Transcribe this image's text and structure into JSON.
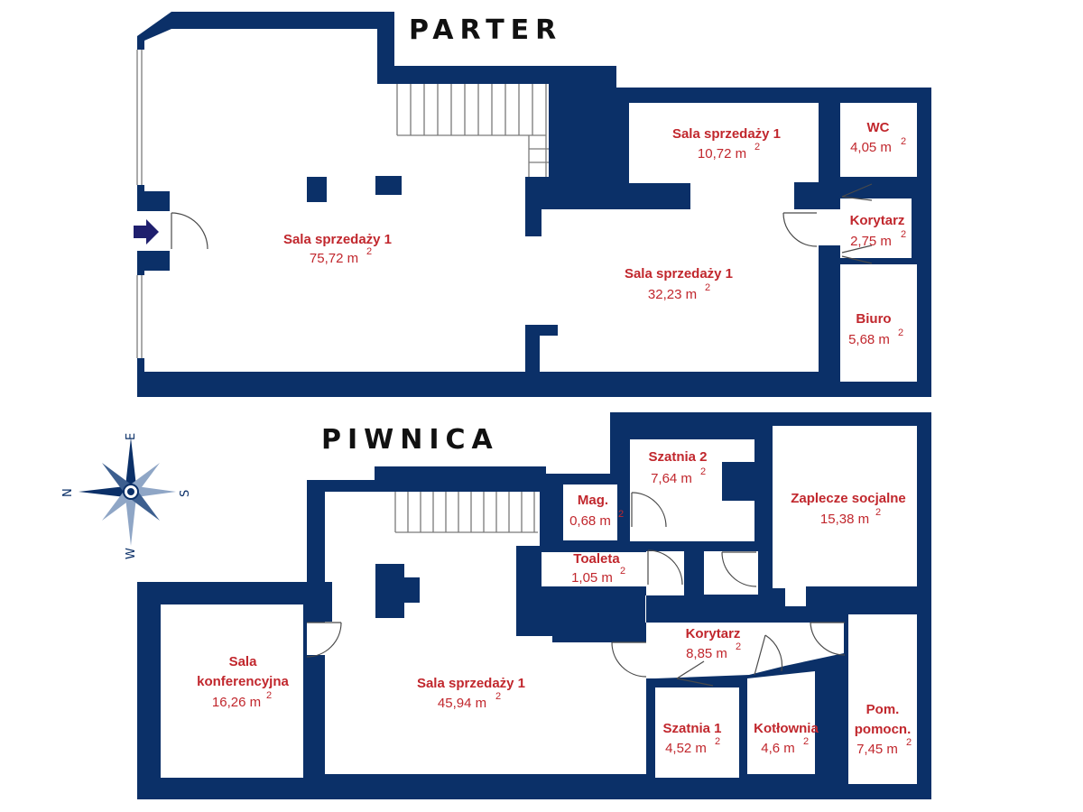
{
  "headings": {
    "ground": "PARTER",
    "basement": "PIWNICA"
  },
  "entrance_icon": "arrow-right-icon",
  "colors": {
    "wall": "#0b3068",
    "label": "#c1272d",
    "heading": "#111111"
  },
  "compass": {
    "top": "E",
    "bottom": "W",
    "left": "N",
    "right": "S"
  },
  "rooms": {
    "parter_sala1": {
      "name": "Sala sprzedaży 1",
      "area": "75,72 m",
      "exp": "2"
    },
    "parter_sala2": {
      "name": "Sala sprzedaży 1",
      "area": "10,72 m",
      "exp": "2"
    },
    "parter_sala3": {
      "name": "Sala sprzedaży 1",
      "area": "32,23 m",
      "exp": "2"
    },
    "wc": {
      "name": "WC",
      "area": "4,05 m",
      "exp": "2"
    },
    "korytarz_parter": {
      "name": "Korytarz",
      "area": "2,75 m",
      "exp": "2"
    },
    "biuro": {
      "name": "Biuro",
      "area": "5,68 m",
      "exp": "2"
    },
    "szatnia2": {
      "name": "Szatnia 2",
      "area": "7,64 m",
      "exp": "2"
    },
    "mag": {
      "name": "Mag.",
      "area": "0,68 m",
      "exp": "2"
    },
    "toaleta": {
      "name": "Toaleta",
      "area": "1,05 m",
      "exp": "2"
    },
    "zaplecze": {
      "name": "Zaplecze socjalne",
      "area": "15,38 m",
      "exp": "2"
    },
    "sala_konf": {
      "name1": "Sala",
      "name2": "konferencyjna",
      "area": "16,26 m",
      "exp": "2"
    },
    "piwnica_sala": {
      "name": "Sala sprzedaży 1",
      "area": "45,94 m",
      "exp": "2"
    },
    "korytarz_piwnica": {
      "name": "Korytarz",
      "area": "8,85 m",
      "exp": "2"
    },
    "szatnia1": {
      "name": "Szatnia 1",
      "area": "4,52 m",
      "exp": "2"
    },
    "kotlownia": {
      "name": "Kotłownia",
      "area": "4,6 m",
      "exp": "2"
    },
    "pom": {
      "name1": "Pom.",
      "name2": "pomocn.",
      "area": "7,45 m",
      "exp": "2"
    }
  }
}
